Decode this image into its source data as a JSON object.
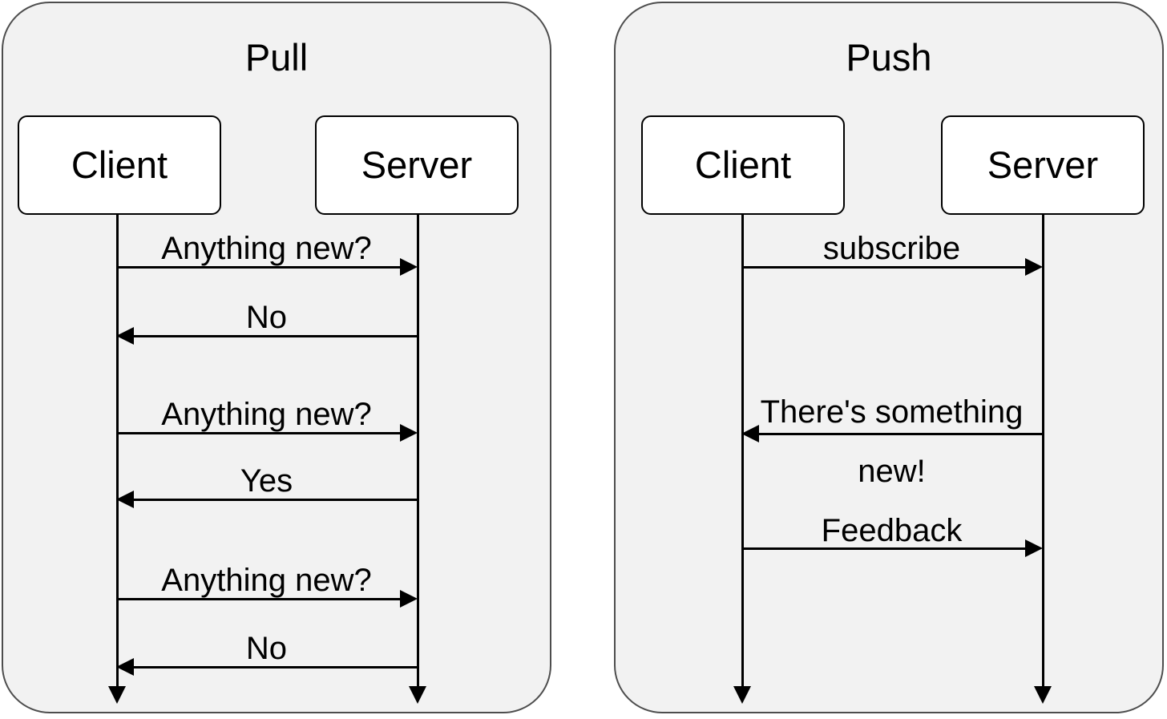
{
  "diagram": {
    "type": "sequence-diagram-comparison",
    "panels": [
      {
        "id": "pull",
        "title": "Pull",
        "actors": [
          {
            "id": "client",
            "label": "Client"
          },
          {
            "id": "server",
            "label": "Server"
          }
        ],
        "messages": [
          {
            "label": "Anything new?",
            "from": "client",
            "to": "server",
            "direction": "right"
          },
          {
            "label": "No",
            "from": "server",
            "to": "client",
            "direction": "left"
          },
          {
            "label": "Anything new?",
            "from": "client",
            "to": "server",
            "direction": "right"
          },
          {
            "label": "Yes",
            "from": "server",
            "to": "client",
            "direction": "left"
          },
          {
            "label": "Anything new?",
            "from": "client",
            "to": "server",
            "direction": "right"
          },
          {
            "label": "No",
            "from": "server",
            "to": "client",
            "direction": "left"
          }
        ]
      },
      {
        "id": "push",
        "title": "Push",
        "actors": [
          {
            "id": "client",
            "label": "Client"
          },
          {
            "id": "server",
            "label": "Server"
          }
        ],
        "messages": [
          {
            "label": "subscribe",
            "from": "client",
            "to": "server",
            "direction": "right"
          },
          {
            "label": "There's something",
            "from": "server",
            "to": "client",
            "direction": "left"
          },
          {
            "label": "new!",
            "from": "server",
            "to": "client",
            "direction": "none"
          },
          {
            "label": "Feedback",
            "from": "client",
            "to": "server",
            "direction": "right"
          }
        ]
      }
    ],
    "colors": {
      "panel_background": "#f2f2f2",
      "panel_border": "#4d4d4d",
      "box_background": "#ffffff",
      "box_border": "#000000",
      "line": "#000000",
      "text": "#000000"
    }
  }
}
